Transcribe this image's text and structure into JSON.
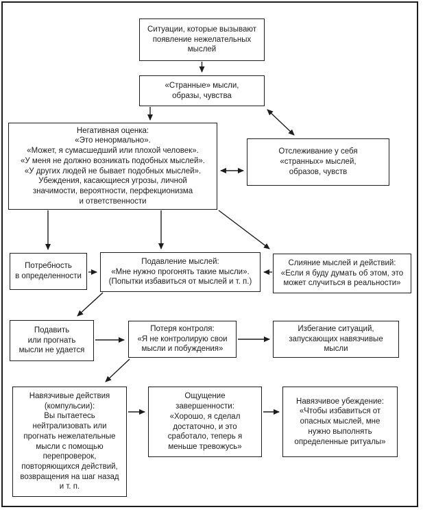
{
  "diagram": {
    "kind": "flowchart",
    "language": "ru",
    "line_color": "#1c1c1c",
    "background_color": "#ffffff"
  },
  "boxes": [
    {
      "id": "situations",
      "text": "Ситуации, которые вызывают\nпоявление нежелательных\nмыслей"
    },
    {
      "id": "strange",
      "text": "«Странные» мысли,\nобразы, чувства"
    },
    {
      "id": "negative",
      "text": "Негативная оценка:\n«Это ненормально».\n«Может, я сумасшедший или плохой человек».\n«У меня не должно возникать подобных мыслей».\n«У других людей не бывает подобных мыслей».\nУбеждения, касающиеся угрозы, личной\nзначимости, вероятности, перфекционизма\nи ответственности"
    },
    {
      "id": "monitoring",
      "text": "Отслеживание у себя\n«странных» мыслей,\nобразов, чувств"
    },
    {
      "id": "certainty",
      "text": "Потребность\nв определенности"
    },
    {
      "id": "suppression",
      "text": "Подавление мыслей:\n«Мне нужно прогонять такие мысли».\n(Попытки избавиться от мыслей и т. п.)"
    },
    {
      "id": "fusion",
      "text": "Слияние мыслей и действий:\n«Если я буду думать об этом, это\nможет случиться в реальности»"
    },
    {
      "id": "fail",
      "text": "Подавить\nили прогнать\nмысли не удается"
    },
    {
      "id": "loss",
      "text": "Потеря контроля:\n«Я не контролирую свои\nмысли и побуждения»"
    },
    {
      "id": "avoidance",
      "text": "Избегание ситуаций,\nзапускающих навязчивые\nмысли"
    },
    {
      "id": "compulsions",
      "text": "Навязчивые действия\n(компульсии):\nВы пытаетесь\nнейтрализовать или\nпрогнать нежелательные\nмысли с помощью\nперепроверок,\nповторяющихся действий,\nвозвращения на шаг назад\nи т. п."
    },
    {
      "id": "completeness",
      "text": "Ощущение\nзавершенности:\n«Хорошо, я сделал\nдостаточно, и это\nсработало, теперь я\nменьше тревожусь»"
    },
    {
      "id": "belief",
      "text": "Навязчивое убеждение:\n«Чтобы избавиться от\nопасных мыслей, мне\nнужно выполнять\nопределенные ритуалы»"
    }
  ],
  "edges": [
    {
      "from": "situations",
      "to": "strange",
      "bidirectional": false
    },
    {
      "from": "strange",
      "to": "negative",
      "bidirectional": false
    },
    {
      "from": "strange",
      "to": "monitoring",
      "bidirectional": true
    },
    {
      "from": "negative",
      "to": "monitoring",
      "bidirectional": true
    },
    {
      "from": "negative",
      "to": "certainty",
      "bidirectional": false
    },
    {
      "from": "negative",
      "to": "suppression",
      "bidirectional": false
    },
    {
      "from": "negative",
      "to": "fusion",
      "bidirectional": false
    },
    {
      "from": "certainty",
      "to": "suppression",
      "bidirectional": false
    },
    {
      "from": "fusion",
      "to": "suppression",
      "bidirectional": false
    },
    {
      "from": "suppression",
      "to": "fail",
      "bidirectional": false
    },
    {
      "from": "fail",
      "to": "loss",
      "bidirectional": false
    },
    {
      "from": "loss",
      "to": "avoidance",
      "bidirectional": false
    },
    {
      "from": "loss",
      "to": "compulsions",
      "bidirectional": false
    },
    {
      "from": "compulsions",
      "to": "completeness",
      "bidirectional": false
    },
    {
      "from": "completeness",
      "to": "belief",
      "bidirectional": false
    }
  ]
}
